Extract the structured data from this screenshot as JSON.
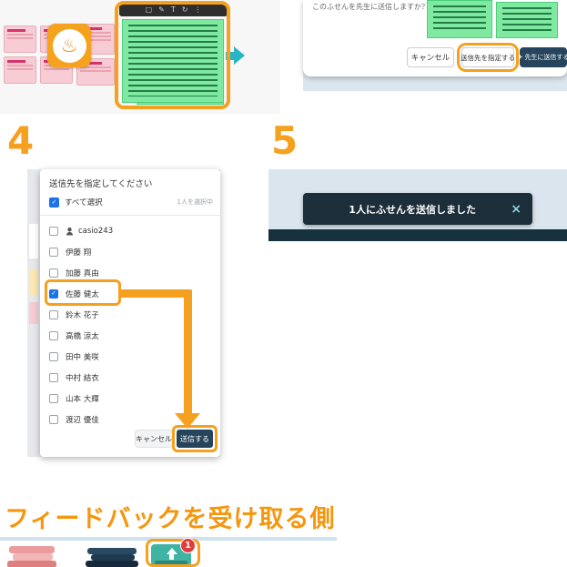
{
  "ui": {
    "accent": "#F5A01E",
    "check_glyph": "✓"
  },
  "board": {
    "toolbar_icons": [
      {
        "name": "shape-icon",
        "glyph": "▢"
      },
      {
        "name": "pen-icon",
        "glyph": "✎"
      },
      {
        "name": "text-icon",
        "glyph": "T"
      },
      {
        "name": "undo-icon",
        "glyph": "↻"
      },
      {
        "name": "menu-icon",
        "glyph": "⋮"
      }
    ],
    "stamp_glyph": "♨"
  },
  "send_dialog": {
    "prompt": "このふせんを先生に送信しますか？",
    "cancel_label": "キャンセル",
    "choose_recipient_label": "送信先を指定する",
    "send_teacher_label": "先生に送信する",
    "plane_glyph": "✈"
  },
  "step4": {
    "number": "4",
    "dialog": {
      "title": "送信先を指定してください",
      "select_all_label": "すべて選択",
      "selection_count": "1人を選択中",
      "members": [
        {
          "name": "casio243"
        },
        {
          "name": "伊藤 翔"
        },
        {
          "name": "加藤 真由"
        },
        {
          "name": "佐藤 健太"
        },
        {
          "name": "鈴木 花子"
        },
        {
          "name": "高橋 涼太"
        },
        {
          "name": "田中 美咲"
        },
        {
          "name": "中村 結衣"
        },
        {
          "name": "山本 大輝"
        },
        {
          "name": "渡辺 優佳"
        }
      ],
      "cancel_label": "キャンセル",
      "send_label": "送信する"
    }
  },
  "step5": {
    "number": "5",
    "toast": {
      "message": "1人にふせんを送信しました",
      "close_glyph": "×"
    }
  },
  "receiver": {
    "heading": "フィードバックを受け取る側",
    "badge_count": "1"
  }
}
